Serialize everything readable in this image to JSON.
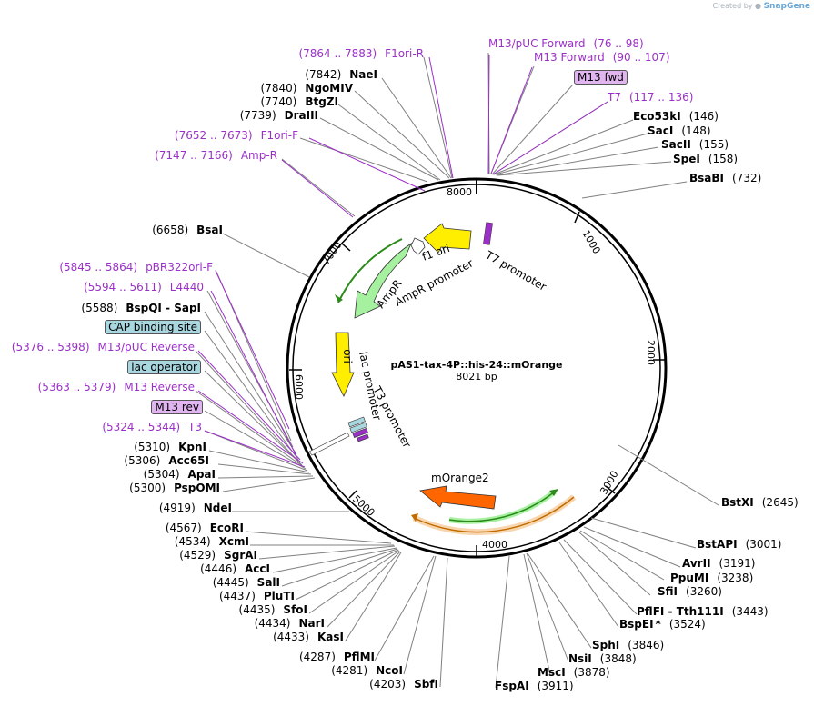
{
  "watermark": {
    "prefix": "Created by",
    "brand": "SnapGene"
  },
  "plasmid": {
    "name": "pAS1-tax-4P::his-24::mOrange",
    "length": "8021 bp"
  },
  "colors": {
    "enzyme_text": "#000000",
    "position_text": "#000000",
    "primer_text": "#9b30c8",
    "leader_line": "#808080",
    "backbone": "#000000",
    "yellow_feature": "#ffee00",
    "green_feature": "#a6f1a0",
    "orange_feature": "#ff6600",
    "box_blue": "#a9d7e0",
    "box_purple": "#e0b5f0"
  },
  "ruler_ticks": [
    "1000",
    "2000",
    "3000",
    "4000",
    "5000",
    "6000",
    "7000",
    "8000"
  ],
  "features": [
    "T7 promoter",
    "f1 ori",
    "AmpR promoter",
    "AmpR",
    "ori",
    "lac promoter",
    "T3 promoter",
    "mOrange2"
  ],
  "left_labels": [
    {
      "kind": "primer",
      "pos": "(7864 .. 7883)",
      "name": "F1ori-R"
    },
    {
      "kind": "enzyme",
      "pos": "(7842)",
      "name": "NaeI"
    },
    {
      "kind": "enzyme",
      "pos": "(7840)",
      "name": "NgoMIV"
    },
    {
      "kind": "enzyme",
      "pos": "(7740)",
      "name": "BtgZI"
    },
    {
      "kind": "enzyme",
      "pos": "(7739)",
      "name": "DraIII"
    },
    {
      "kind": "primer",
      "pos": "(7652 .. 7673)",
      "name": "F1ori-F"
    },
    {
      "kind": "primer",
      "pos": "(7147 .. 7166)",
      "name": "Amp-R"
    },
    {
      "kind": "enzyme",
      "pos": "(6658)",
      "name": "BsaI"
    },
    {
      "kind": "primer",
      "pos": "(5845 .. 5864)",
      "name": "pBR322ori-F"
    },
    {
      "kind": "primer",
      "pos": "(5594 .. 5611)",
      "name": "L4440"
    },
    {
      "kind": "enzyme",
      "pos": "(5588)",
      "name": "BspQI",
      "name2": "SapI"
    },
    {
      "kind": "box-blue",
      "name": "CAP binding site"
    },
    {
      "kind": "primer",
      "pos": "(5376 .. 5398)",
      "name": "M13/pUC Reverse"
    },
    {
      "kind": "box-blue",
      "name": "lac operator"
    },
    {
      "kind": "primer",
      "pos": "(5363 .. 5379)",
      "name": "M13 Reverse"
    },
    {
      "kind": "box-purple",
      "name": "M13 rev"
    },
    {
      "kind": "primer",
      "pos": "(5324 .. 5344)",
      "name": "T3"
    },
    {
      "kind": "enzyme",
      "pos": "(5310)",
      "name": "KpnI"
    },
    {
      "kind": "enzyme",
      "pos": "(5306)",
      "name": "Acc65I"
    },
    {
      "kind": "enzyme",
      "pos": "(5304)",
      "name": "ApaI"
    },
    {
      "kind": "enzyme",
      "pos": "(5300)",
      "name": "PspOMI"
    },
    {
      "kind": "enzyme",
      "pos": "(4919)",
      "name": "NdeI"
    },
    {
      "kind": "enzyme",
      "pos": "(4567)",
      "name": "EcoRI"
    },
    {
      "kind": "enzyme",
      "pos": "(4534)",
      "name": "XcmI"
    },
    {
      "kind": "enzyme",
      "pos": "(4529)",
      "name": "SgrAI"
    },
    {
      "kind": "enzyme",
      "pos": "(4446)",
      "name": "AccI"
    },
    {
      "kind": "enzyme",
      "pos": "(4445)",
      "name": "SalI"
    },
    {
      "kind": "enzyme",
      "pos": "(4437)",
      "name": "PluTI"
    },
    {
      "kind": "enzyme",
      "pos": "(4435)",
      "name": "SfoI"
    },
    {
      "kind": "enzyme",
      "pos": "(4434)",
      "name": "NarI"
    },
    {
      "kind": "enzyme",
      "pos": "(4433)",
      "name": "KasI"
    },
    {
      "kind": "enzyme",
      "pos": "(4287)",
      "name": "PflMI"
    },
    {
      "kind": "enzyme",
      "pos": "(4281)",
      "name": "NcoI"
    },
    {
      "kind": "enzyme",
      "pos": "(4203)",
      "name": "SbfI"
    }
  ],
  "right_labels": [
    {
      "kind": "primer",
      "name": "M13/pUC Forward",
      "pos": "(76 .. 98)"
    },
    {
      "kind": "primer",
      "name": "M13 Forward",
      "pos": "(90 .. 107)"
    },
    {
      "kind": "box-purple",
      "name": "M13 fwd"
    },
    {
      "kind": "primer",
      "name": "T7",
      "pos": "(117 .. 136)"
    },
    {
      "kind": "enzyme",
      "name": "Eco53kI",
      "pos": "(146)"
    },
    {
      "kind": "enzyme",
      "name": "SacI",
      "pos": "(148)"
    },
    {
      "kind": "enzyme",
      "name": "SacII",
      "pos": "(155)"
    },
    {
      "kind": "enzyme",
      "name": "SpeI",
      "pos": "(158)"
    },
    {
      "kind": "enzyme",
      "name": "BsaBI",
      "pos": "(732)"
    },
    {
      "kind": "enzyme",
      "name": "BstXI",
      "pos": "(2645)"
    },
    {
      "kind": "enzyme",
      "name": "BstAPI",
      "pos": "(3001)"
    },
    {
      "kind": "enzyme",
      "name": "AvrII",
      "pos": "(3191)"
    },
    {
      "kind": "enzyme",
      "name": "PpuMI",
      "pos": "(3238)"
    },
    {
      "kind": "enzyme",
      "name": "SfiI",
      "pos": "(3260)"
    },
    {
      "kind": "enzyme",
      "name": "PflFI",
      "name2": "Tth111I",
      "pos": "(3443)"
    },
    {
      "kind": "enzyme",
      "name": "BspEI",
      "mark": "*",
      "pos": "(3524)"
    },
    {
      "kind": "enzyme",
      "name": "SphI",
      "pos": "(3846)"
    },
    {
      "kind": "enzyme",
      "name": "NsiI",
      "pos": "(3848)"
    },
    {
      "kind": "enzyme",
      "name": "MscI",
      "pos": "(3878)"
    },
    {
      "kind": "enzyme",
      "name": "FspAI",
      "pos": "(3911)"
    }
  ]
}
